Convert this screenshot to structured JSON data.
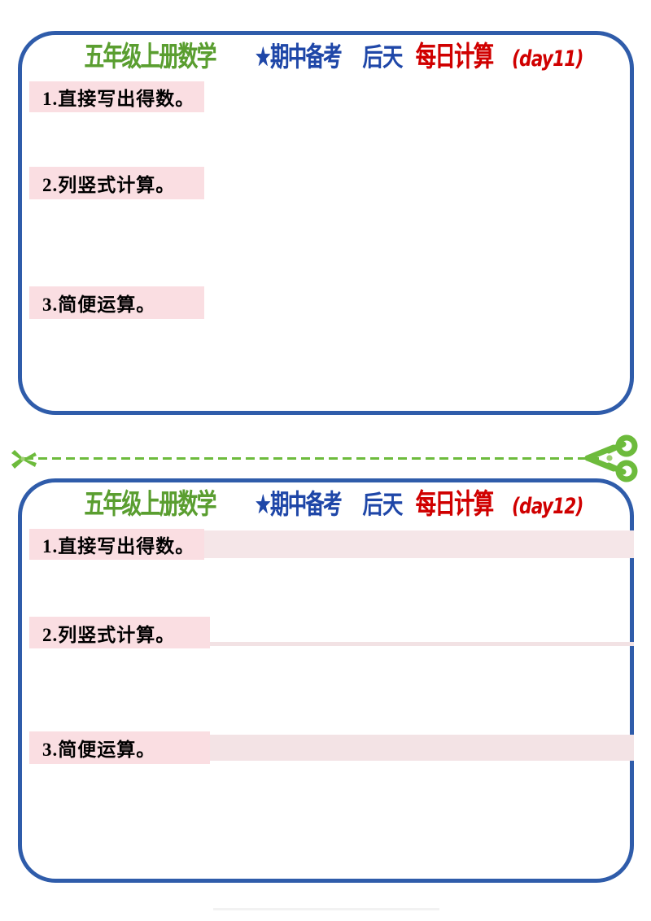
{
  "document": {
    "type": "math-worksheet",
    "grade_subject": "五年级上册数学",
    "colors": {
      "frame_border": "#2f5caa",
      "title_green": "#5a9e30",
      "title_blue": "#1f47a8",
      "title_red": "#d00000",
      "label_pink": "#fadee2",
      "cut_line_green": "#6dbb3c"
    }
  },
  "worksheets": [
    {
      "id": "day11",
      "title": {
        "part_green": "五年级上册数学",
        "part_blue": "★期中备考",
        "part_blue2": "后天",
        "part_red": "每日计算",
        "part_day": "(day11)"
      },
      "sections": [
        {
          "label": "1.直接写出得数。"
        },
        {
          "label": "2.列竖式计算。"
        },
        {
          "label": "3.简便运算。"
        }
      ]
    },
    {
      "id": "day12",
      "title": {
        "part_green": "五年级上册数学",
        "part_blue": "★期中备考",
        "part_blue2": "后天",
        "part_red": "每日计算",
        "part_day": "(day12)"
      },
      "sections": [
        {
          "label": "1.直接写出得数。"
        },
        {
          "label": "2.列竖式计算。"
        },
        {
          "label": "3.简便运算。"
        }
      ]
    }
  ],
  "cut_divider": {
    "icon_left": "scissors-icon",
    "icon_right": "scissors-icon"
  }
}
